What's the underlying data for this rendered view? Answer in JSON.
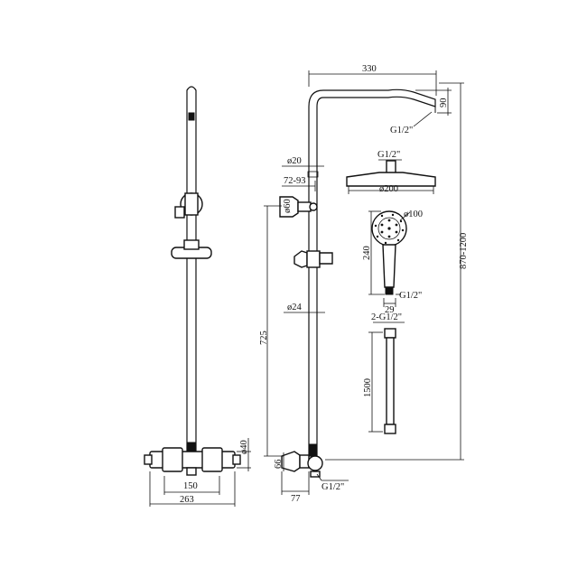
{
  "dimensions": {
    "arm_reach": "330",
    "arm_drop": "90",
    "arm_thread": "G1/2\"",
    "head_thread": "G1/2\"",
    "pipe_dia_top": "ø20",
    "bracket_range": "72-93",
    "bracket_dia": "ø60",
    "head_dia": "ø200",
    "handset_dia": "ø100",
    "handset_length": "240",
    "overall_height": "870-1200",
    "handset_thread": "G1/2\"",
    "handset_width": "29",
    "pipe_dia_lower": "ø24",
    "hose_thread": "2-G1/2\"",
    "rail_height": "725",
    "hose_length": "1500",
    "valve_dia": "ø40",
    "valve_projection": "66",
    "valve_thread": "G1/2\"",
    "valve_centres": "150",
    "valve_width": "263",
    "valve_depth": "77"
  }
}
